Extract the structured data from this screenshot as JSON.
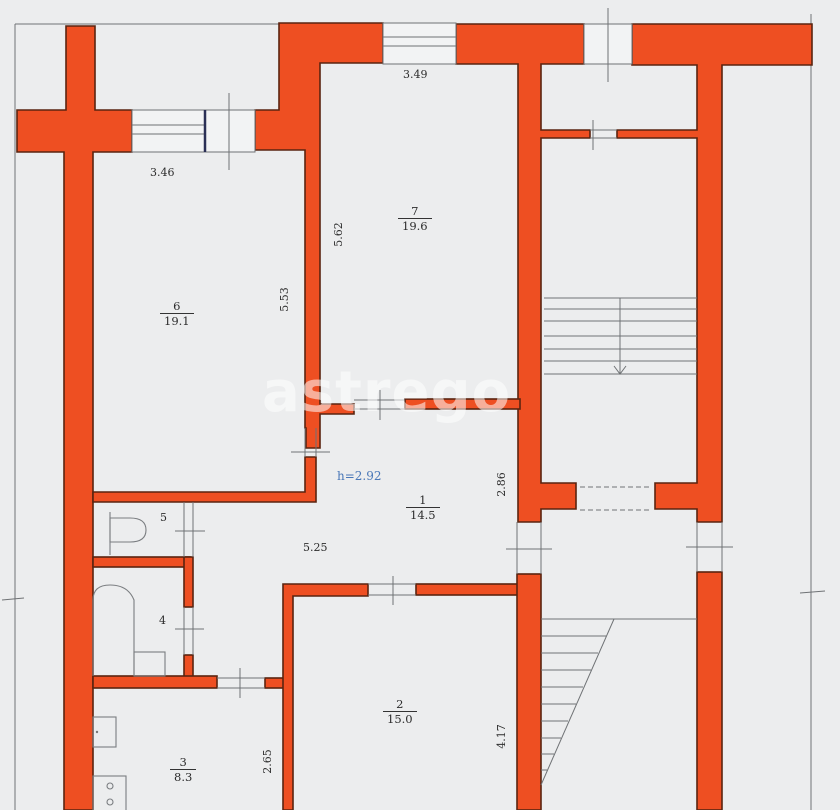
{
  "plan": {
    "type": "apartment-floor-plan",
    "wall_color": "#ee4f22",
    "background_color": "#ecedee",
    "ceiling_height": "h=2.92",
    "watermark": "astrego",
    "rooms": [
      {
        "number": "1",
        "area": "14.5"
      },
      {
        "number": "2",
        "area": "15.0"
      },
      {
        "number": "3",
        "area": "8.3"
      },
      {
        "number": "4",
        "area": ""
      },
      {
        "number": "5",
        "area": ""
      },
      {
        "number": "6",
        "area": "19.1"
      },
      {
        "number": "7",
        "area": "19.6"
      }
    ],
    "dimensions": {
      "room6_width": "3.46",
      "room6_length": "5.53",
      "room7_width": "3.49",
      "room7_length": "5.62",
      "hall_length": "5.25",
      "hall_width": "2.86",
      "room2_length": "4.17",
      "room3_length": "2.65"
    }
  }
}
